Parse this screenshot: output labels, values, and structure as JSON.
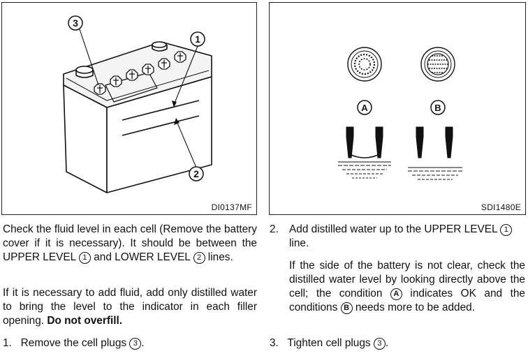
{
  "figures": {
    "left": {
      "code": "DI0137MF",
      "callouts": {
        "plugs": "3",
        "upper": "1",
        "lower": "2"
      }
    },
    "right": {
      "code": "SDI1480E",
      "callouts": {
        "a": "A",
        "b": "B"
      }
    }
  },
  "left_column": {
    "para1": {
      "t1": "Check the fluid level in each cell (Remove the battery cover if it is necessary). It should be between the UPPER LEVEL",
      "c1": "1",
      "t2": "and LOWER LEVEL",
      "c2": "2",
      "t3": "lines."
    },
    "para2": {
      "text": "If it is necessary to add fluid, add only distilled water to bring the level to the indicator in each filler opening.",
      "bold": "Do not overfill."
    },
    "step1": {
      "num": "1.",
      "text": "Remove the cell plugs",
      "c": "3",
      "end": "."
    }
  },
  "right_column": {
    "step2": {
      "num": "2.",
      "text": "Add distilled water up to the UPPER LEVEL",
      "c": "1",
      "end": "line."
    },
    "para": {
      "t1": "If the side of the battery is not clear, check the distilled water level by looking directly above the cell; the condition",
      "c1": "A",
      "t2": "indicates OK and the conditions",
      "c2": "B",
      "t3": "needs more to be added."
    },
    "step3": {
      "num": "3.",
      "text": "Tighten cell plugs",
      "c": "3",
      "end": "."
    }
  }
}
